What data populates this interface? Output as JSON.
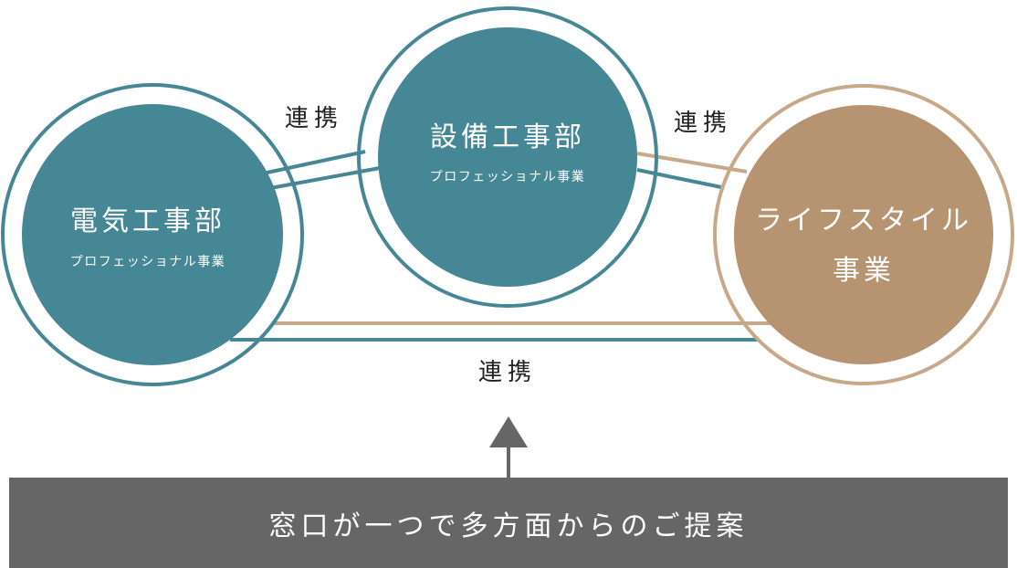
{
  "colors": {
    "teal": "#468796",
    "tan": "#B69472",
    "tan_line": "#C7A98A",
    "banner_bg": "#666666",
    "arrow": "#666666",
    "text_dark": "#222222",
    "text_light": "#ffffff"
  },
  "nodes": {
    "denki": {
      "title": "電気工事部",
      "subtitle": "プロフェッショナル事業"
    },
    "setsubi": {
      "title": "設備工事部",
      "subtitle": "プロフェッショナル事業"
    },
    "lifestyle": {
      "title_line1": "ライフスタイル",
      "title_line2": "事業"
    }
  },
  "links": {
    "left": "連携",
    "right": "連携",
    "bottom": "連携"
  },
  "banner": {
    "text": "窓口が一つで多方面からのご提案"
  }
}
